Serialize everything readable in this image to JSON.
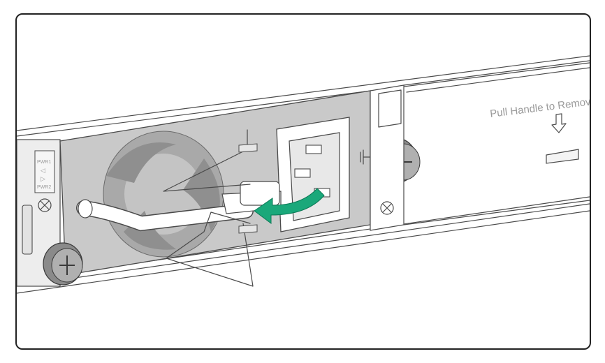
{
  "labels": {
    "pull_handle": "Pull Handle to Remov",
    "pwr1": "PWR1",
    "pwr2": "PWR2"
  },
  "colors": {
    "arrow": "#1aa87a",
    "panel_gray": "#c9c9c9",
    "fan_dark": "#8f8f8f",
    "outline": "#4a4a4a"
  },
  "icons": {
    "removal_arrow": "curved-arrow-left",
    "down_arrow": "arrow-down-outline",
    "ground": "ground-symbol"
  }
}
